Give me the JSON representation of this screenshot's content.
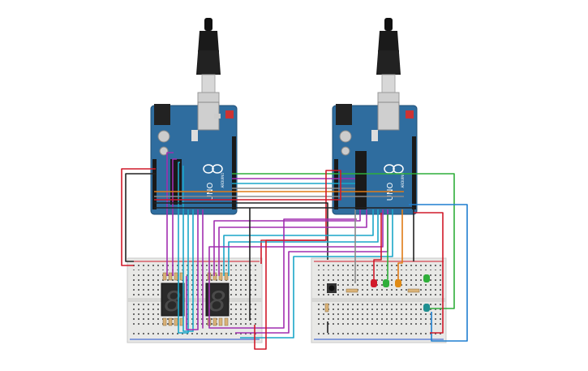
{
  "colors": {
    "board": "#2f6d9f",
    "board_dark": "#215479",
    "breadboard": "#e8e8e6",
    "wire_red": "#d11a2a",
    "wire_black": "#222222",
    "wire_purple": "#a12fb0",
    "wire_cyan": "#1aa6c8",
    "wire_green": "#2fae3a",
    "wire_orange": "#e07b16",
    "wire_gray": "#8a8a8a",
    "wire_blue": "#1f7fd0",
    "led_red": "#d11a2a",
    "led_green": "#2fae3a",
    "led_orange": "#e08b16",
    "led_teal": "#1f8f90"
  },
  "boards": [
    {
      "id": "arduino-left",
      "label": "UNO",
      "brand": "ARDUINO"
    },
    {
      "id": "arduino-right",
      "label": "UNO",
      "brand": "ARDUINO"
    }
  ],
  "displays": [
    {
      "id": "seg-left",
      "digit": "8"
    },
    {
      "id": "seg-right",
      "digit": "8"
    }
  ],
  "leds": [
    "red",
    "green",
    "orange",
    "green",
    "teal"
  ]
}
